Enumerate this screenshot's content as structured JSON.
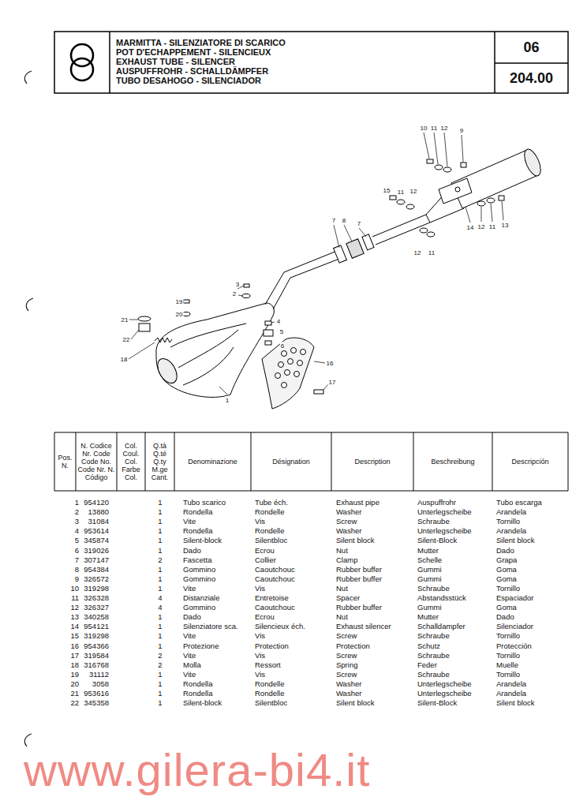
{
  "diagram": {
    "nodes": [
      {
        "text": [
          "MARMITTA - SILENZIATORE DI SCARICO",
          "POT D'ECHAPPEMENT - SILENCIEUX",
          "EXHAUST TUBE - SILENCER",
          "AUSPUFFROHR - SCHALLDÄMPFER",
          "TUBO DESAHOGO - SILENCIADOR"
        ]
      },
      {
        "text": [
          "06"
        ]
      },
      {
        "text": [
          "204.00"
        ]
      }
    ],
    "labels": [
      "10",
      "11",
      "12",
      "9",
      "15",
      "11",
      "12",
      "7",
      "8",
      "7",
      "14",
      "12",
      "11",
      "13",
      "12",
      "11",
      "3",
      "2",
      "19",
      "20",
      "21",
      "22",
      "18",
      "4",
      "5",
      "6",
      "16",
      "17",
      "1",
      "Pos. N.",
      "N. Codice Nr. Code Code No. Code Nr. N. Código",
      "Col. Coul. Col. Farbe Col.",
      "Q.tà Q.té Q.ty M.ge Cant.",
      "Denominazione",
      "Désignation",
      "Description",
      "Beschreibung",
      "Descripción",
      "1",
      "954120",
      "1",
      "Tubo scarico",
      "Tube éch.",
      "Exhaust pipe",
      "Auspuffrohr",
      "Tubo escarga",
      "2",
      "13880",
      "1",
      "Rondella",
      "Rondelle",
      "Washer",
      "Unterlegscheibe",
      "Arandela",
      "3",
      "31084",
      "1",
      "Vite",
      "Vis",
      "Screw",
      "Schraube",
      "Tornillo",
      "4",
      "953614",
      "1",
      "Rondella",
      "Rondelle",
      "Washer",
      "Unterlegscheibe",
      "Arandela",
      "5",
      "345874",
      "1",
      "Silent-block",
      "Silentbloc",
      "Silent block",
      "Silent-Block",
      "Silent block",
      "6",
      "319026",
      "1",
      "Dado",
      "Ecrou",
      "Nut",
      "Mutter",
      "Dado",
      "7",
      "307147",
      "2",
      "Fascetta",
      "Collier",
      "Clamp",
      "Schelle",
      "Grapa",
      "8",
      "954384",
      "1",
      "Gommino",
      "Caoutchouc",
      "Rubber buffer",
      "Gummi",
      "Goma",
      "9",
      "326572",
      "1",
      "Gommino",
      "Caoutchouc",
      "Rubber buffer",
      "Gummi",
      "Goma",
      "10",
      "319298",
      "1",
      "Vite",
      "Vis",
      "Nut",
      "Schraube",
      "Tornillo",
      "11",
      "326328",
      "4",
      "Distanziale",
      "Entretoise",
      "Spacer",
      "Abstandsstück",
      "Espaciador",
      "12",
      "326327",
      "4",
      "Gommino",
      "Caoutchouc",
      "Rubber buffer",
      "Gummi",
      "Goma",
      "13",
      "340258",
      "1",
      "Dado",
      "Ecrou",
      "Nut",
      "Mutter",
      "Dado",
      "14",
      "954121",
      "1",
      "Silenziatore sca.",
      "Silencieux éch.",
      "Exhaust silencer",
      "Schalldampfer",
      "Silenciador",
      "15",
      "319298",
      "1",
      "Vite",
      "Vis",
      "Screw",
      "Schraube",
      "Tornillo",
      "16",
      "954366",
      "1",
      "Protezione",
      "Protection",
      "Protection",
      "Schutz",
      "Protección",
      "17",
      "319584",
      "2",
      "Vite",
      "Vis",
      "Screw",
      "Schraube",
      "Tornillo",
      "18",
      "316768",
      "2",
      "Molla",
      "Ressort",
      "Spring",
      "Feder",
      "Muelle",
      "19",
      "31112",
      "1",
      "Vite",
      "Vis",
      "Screw",
      "Schraube",
      "Tornillo",
      "20",
      "3058",
      "1",
      "Rondella",
      "Rondelle",
      "Washer",
      "Unterlegscheibe",
      "Arandela",
      "21",
      "953616",
      "1",
      "Rondella",
      "Rondelle",
      "Washer",
      "Unterlegscheibe",
      "Arandela",
      "22",
      "345358",
      "1",
      "Silent-block",
      "Silentbloc",
      "Silent block",
      "Silent-Block",
      "Silent block",
      "www.gilera-bi4.it"
    ]
  }
}
